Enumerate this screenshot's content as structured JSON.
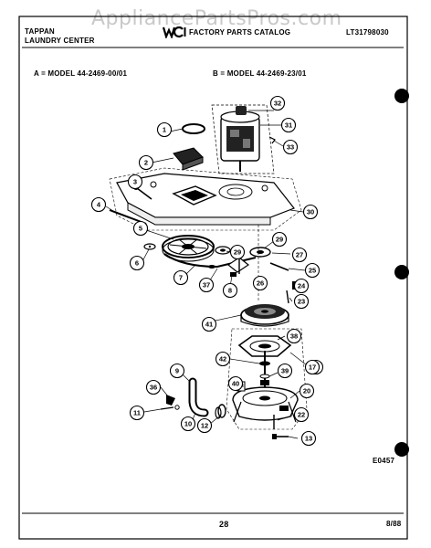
{
  "watermark": "AppliancePartsPros.com",
  "header": {
    "brand": "TAPPAN",
    "subtitle": "LAUNDRY CENTER",
    "catalog": "FACTORY PARTS CATALOG",
    "catalog_number": "LT31798030",
    "model_a": "A = MODEL 44-2469-00/01",
    "model_b": "B = MODEL 44-2469-23/01"
  },
  "footer": {
    "diagram_code": "E0457",
    "page_number": "28",
    "date": "8/88"
  },
  "callouts": [
    "1",
    "2",
    "3",
    "4",
    "5",
    "6",
    "7",
    "8",
    "9",
    "10",
    "11",
    "12",
    "13",
    "16",
    "17",
    "20",
    "22",
    "23",
    "24",
    "25",
    "26",
    "27",
    "29",
    "29",
    "30",
    "31",
    "32",
    "33",
    "36",
    "37",
    "38",
    "39",
    "40",
    "41",
    "42"
  ]
}
